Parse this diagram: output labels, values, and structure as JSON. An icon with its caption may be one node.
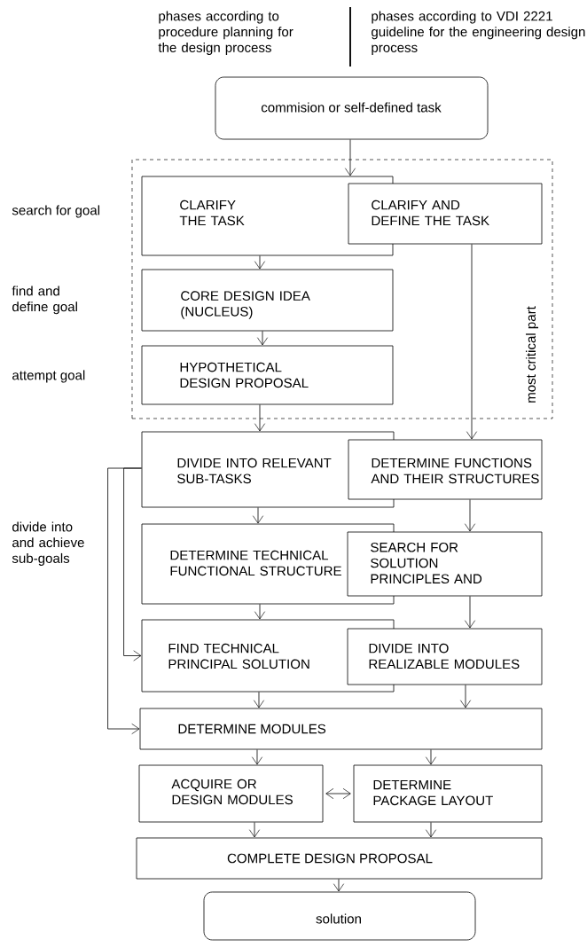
{
  "diagram": {
    "nodes": [
      {
        "text": [
          "commision or self-defined task"
        ]
      },
      {
        "text": [
          "most critical part"
        ]
      },
      {
        "text": [
          "CLARIFY THE TASK"
        ],
        "in": 1
      },
      {
        "text": [
          "CLARIFY AND DEFINE THE TASK"
        ],
        "in": 1
      },
      {
        "text": [
          "CORE DESIGN IDEA (NUCLEUS)"
        ],
        "in": 1
      },
      {
        "text": [
          "HYPOTHETICAL DESIGN PROPOSAL"
        ],
        "in": 1
      },
      {
        "text": [
          "DIVIDE INTO RELEVANT SUB-TASKS"
        ]
      },
      {
        "text": [
          "DETERMINE FUNCTIONS AND THEIR STRUCTURES"
        ]
      },
      {
        "text": [
          "DETERMINE TECHNICAL FUNCTIONAL STRUCTURE"
        ]
      },
      {
        "text": [
          "SEARCH FOR SOLUTION PRINCIPLES AND"
        ]
      },
      {
        "text": [
          "FIND TECHNICAL PRINCIPAL SOLUTION"
        ]
      },
      {
        "text": [
          "DIVIDE INTO REALIZABLE MODULES"
        ]
      },
      {
        "text": [
          "DETERMINE MODULES"
        ]
      },
      {
        "text": [
          "ACQUIRE OR DESIGN MODULES"
        ]
      },
      {
        "text": [
          "DETERMINE PACKAGE LAYOUT"
        ]
      },
      {
        "text": [
          "COMPLETE DESIGN PROPOSAL"
        ]
      },
      {
        "text": [
          "solution"
        ]
      }
    ],
    "edges": [
      {
        "from": 0,
        "to": 2,
        "arrow": "to"
      },
      {
        "from": 2,
        "to": 4,
        "arrow": "to"
      },
      {
        "from": 4,
        "to": 5,
        "arrow": "to"
      },
      {
        "from": 5,
        "to": 6,
        "arrow": "to"
      },
      {
        "from": 3,
        "to": 7,
        "arrow": "to"
      },
      {
        "from": 6,
        "to": 8,
        "arrow": "to"
      },
      {
        "from": 7,
        "to": 9,
        "arrow": "to"
      },
      {
        "from": 8,
        "to": 10,
        "arrow": "to"
      },
      {
        "from": 9,
        "to": 11,
        "arrow": "to"
      },
      {
        "from": 6,
        "to": 10,
        "arrow": "to"
      },
      {
        "from": 6,
        "to": 12,
        "arrow": "to"
      },
      {
        "from": 10,
        "to": 12,
        "arrow": "to"
      },
      {
        "from": 11,
        "to": 12,
        "arrow": "to"
      },
      {
        "from": 12,
        "to": 13,
        "arrow": "to"
      },
      {
        "from": 12,
        "to": 14,
        "arrow": "to"
      },
      {
        "from": 13,
        "to": 14,
        "arrow": "both"
      },
      {
        "from": 13,
        "to": 15,
        "arrow": "to"
      },
      {
        "from": 14,
        "to": 15,
        "arrow": "to"
      },
      {
        "from": 15,
        "to": 16,
        "arrow": "to"
      }
    ],
    "labels": [
      "phases according to procedure planning for the design process",
      "phases according to VDI 2221 guideline for the engineering design process",
      "search for goal",
      "find and define goal",
      "attempt goal",
      "divide into and achieve sub-goals"
    ]
  }
}
